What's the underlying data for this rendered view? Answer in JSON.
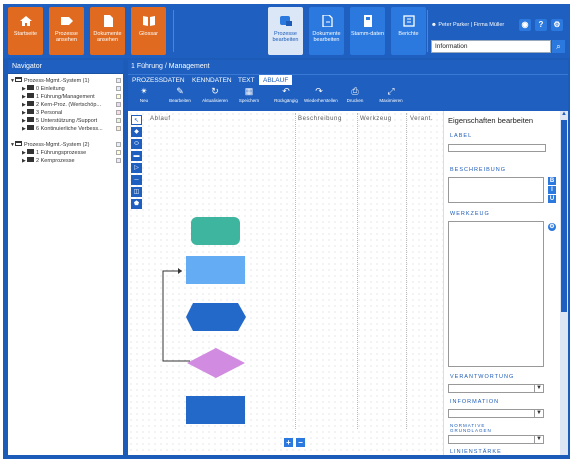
{
  "toolbar": {
    "buttons": [
      {
        "label": "Startseite",
        "icon": "home-icon"
      },
      {
        "label": "Prozesse ansehen",
        "icon": "process-view-icon"
      },
      {
        "label": "Dokumente ansehen",
        "icon": "document-view-icon"
      },
      {
        "label": "Glossar",
        "icon": "book-icon"
      },
      {
        "label": "Prozesse bearbeiten",
        "icon": "process-edit-icon"
      },
      {
        "label": "Dokumente bearbeiten",
        "icon": "document-edit-icon"
      },
      {
        "label": "Stamm-daten",
        "icon": "master-data-icon"
      },
      {
        "label": "Berichte",
        "icon": "report-icon"
      }
    ],
    "user": "Peter Parker | Firma Müller",
    "search_value": "Information"
  },
  "navigator": {
    "title": "Navigator",
    "items": [
      {
        "label": "Prozess-Mgmt.-System (1)",
        "level": 0
      },
      {
        "label": "0 Einleitung",
        "level": 1
      },
      {
        "label": "1 Führung/Management",
        "level": 1
      },
      {
        "label": "2 Kern-Proz. (Wertschöp...",
        "level": 1
      },
      {
        "label": "3 Personal",
        "level": 1
      },
      {
        "label": "5 Unterstützung /Support",
        "level": 1
      },
      {
        "label": "6 Kontinuierliche Verbess...",
        "level": 1
      },
      {
        "label": "Prozess-Mgmt.-System (2)",
        "level": 0
      },
      {
        "label": "1 Führungsprozesse",
        "level": 1
      },
      {
        "label": "2 Kernprozesse",
        "level": 1
      }
    ]
  },
  "main": {
    "title": "1 Führung / Management",
    "tabs": [
      "PROZESSDATEN",
      "KENNDATEN",
      "TEXT",
      "ABLAUF"
    ],
    "actions": [
      "Neu",
      "Bearbeiten",
      "Aktualisieren",
      "Speichern",
      "Rückgängig",
      "Wiederherstellen",
      "Drucken",
      "Maximieren"
    ],
    "columns": [
      "Ablauf",
      "Beschreibung",
      "Werkzeug",
      "Verant."
    ]
  },
  "properties": {
    "title": "Eigenschaften bearbeiten",
    "label": "LABEL",
    "beschreibung": "BESCHREIBUNG",
    "werkzeug": "WERKZEUG",
    "verantwortung": "VERANTWORTUNG",
    "information": "INFORMATION",
    "normative": "NORMATIVE GRUNDLAGEN",
    "linienstaerke": "LINIENSTÄRKE"
  },
  "colors": {
    "accent": "#1e5fbf",
    "orange": "#e06a1f",
    "teal": "#3db59f",
    "light_blue": "#64adf5",
    "dark_blue": "#2369c9",
    "violet": "#d18be0"
  }
}
